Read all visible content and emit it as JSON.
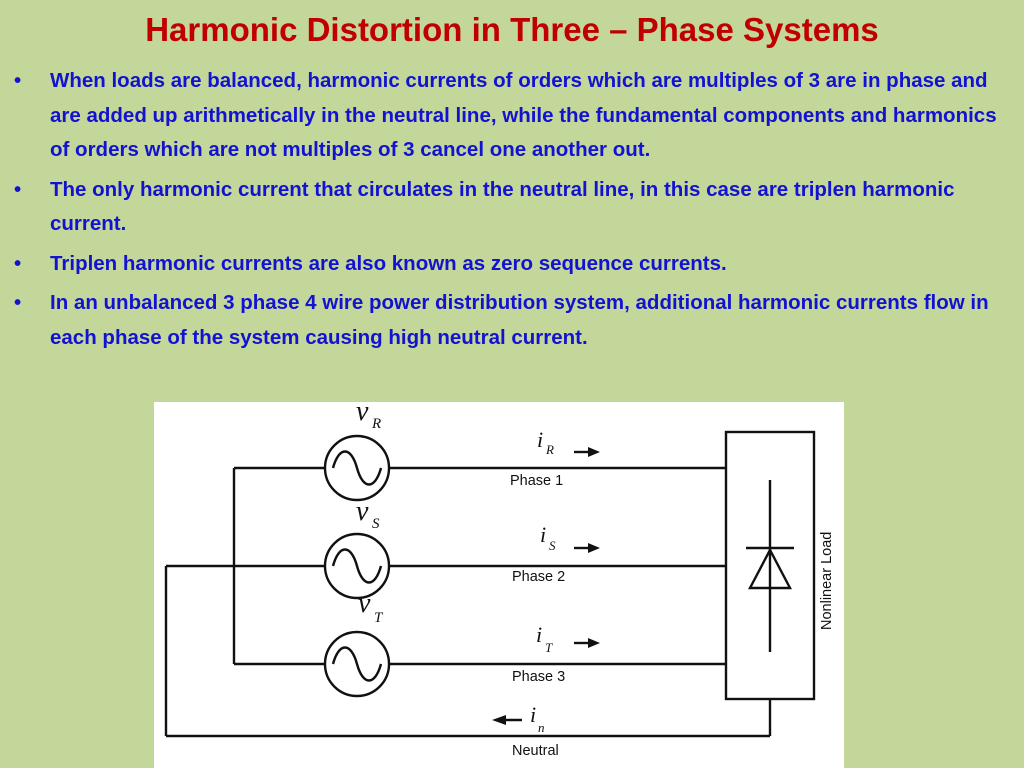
{
  "slide": {
    "title": "Harmonic Distortion in Three – Phase Systems",
    "bullet_symbol": "•",
    "bullets": [
      "When loads are balanced, harmonic currents of orders which are multiples of 3 are in phase and are added up arithmetically in the neutral line, while the fundamental components and harmonics of orders which are not multiples of 3 cancel one another out.",
      "The only harmonic current that circulates in the neutral line, in this case are triplen harmonic current.",
      "Triplen harmonic currents are also known as zero sequence currents.",
      "In an unbalanced 3 phase 4 wire power distribution system, additional harmonic currents flow in each phase of the system causing high neutral current."
    ]
  },
  "diagram": {
    "sources": [
      {
        "v": "v",
        "sub": "R"
      },
      {
        "v": "v",
        "sub": "S"
      },
      {
        "v": "v",
        "sub": "T"
      }
    ],
    "currents": [
      {
        "i": "i",
        "sub": "R"
      },
      {
        "i": "i",
        "sub": "S"
      },
      {
        "i": "i",
        "sub": "T"
      },
      {
        "i": "i",
        "sub": "n"
      }
    ],
    "phase_labels": [
      "Phase 1",
      "Phase 2",
      "Phase 3"
    ],
    "neutral_label": "Neutral",
    "load_label": "Nonlinear Load"
  },
  "colors": {
    "background": "#c4d79b",
    "title": "#c00000",
    "bullet_text": "#1212d0"
  }
}
